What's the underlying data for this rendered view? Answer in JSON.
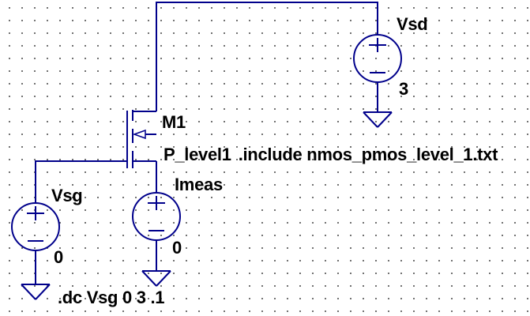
{
  "window": {
    "title": "LTspice schematic"
  },
  "colors": {
    "wire": "#00008B",
    "text": "#000000",
    "grid_dot": "#4F4F4F",
    "background": "#FFFFFF"
  },
  "components": {
    "m1": {
      "designator": "M1",
      "model": "P_level1",
      "type": "pmos-transistor"
    },
    "vsd": {
      "designator": "Vsd",
      "value": "3",
      "type": "voltage-source"
    },
    "vsg": {
      "designator": "Vsg",
      "value": "0",
      "type": "voltage-source"
    },
    "imeas": {
      "designator": "Imeas",
      "value": "0",
      "type": "voltage-source"
    }
  },
  "directives": {
    "include": ".include nmos_pmos_level_1.txt",
    "dc_sweep": ".dc Vsg 0 3 .1"
  }
}
